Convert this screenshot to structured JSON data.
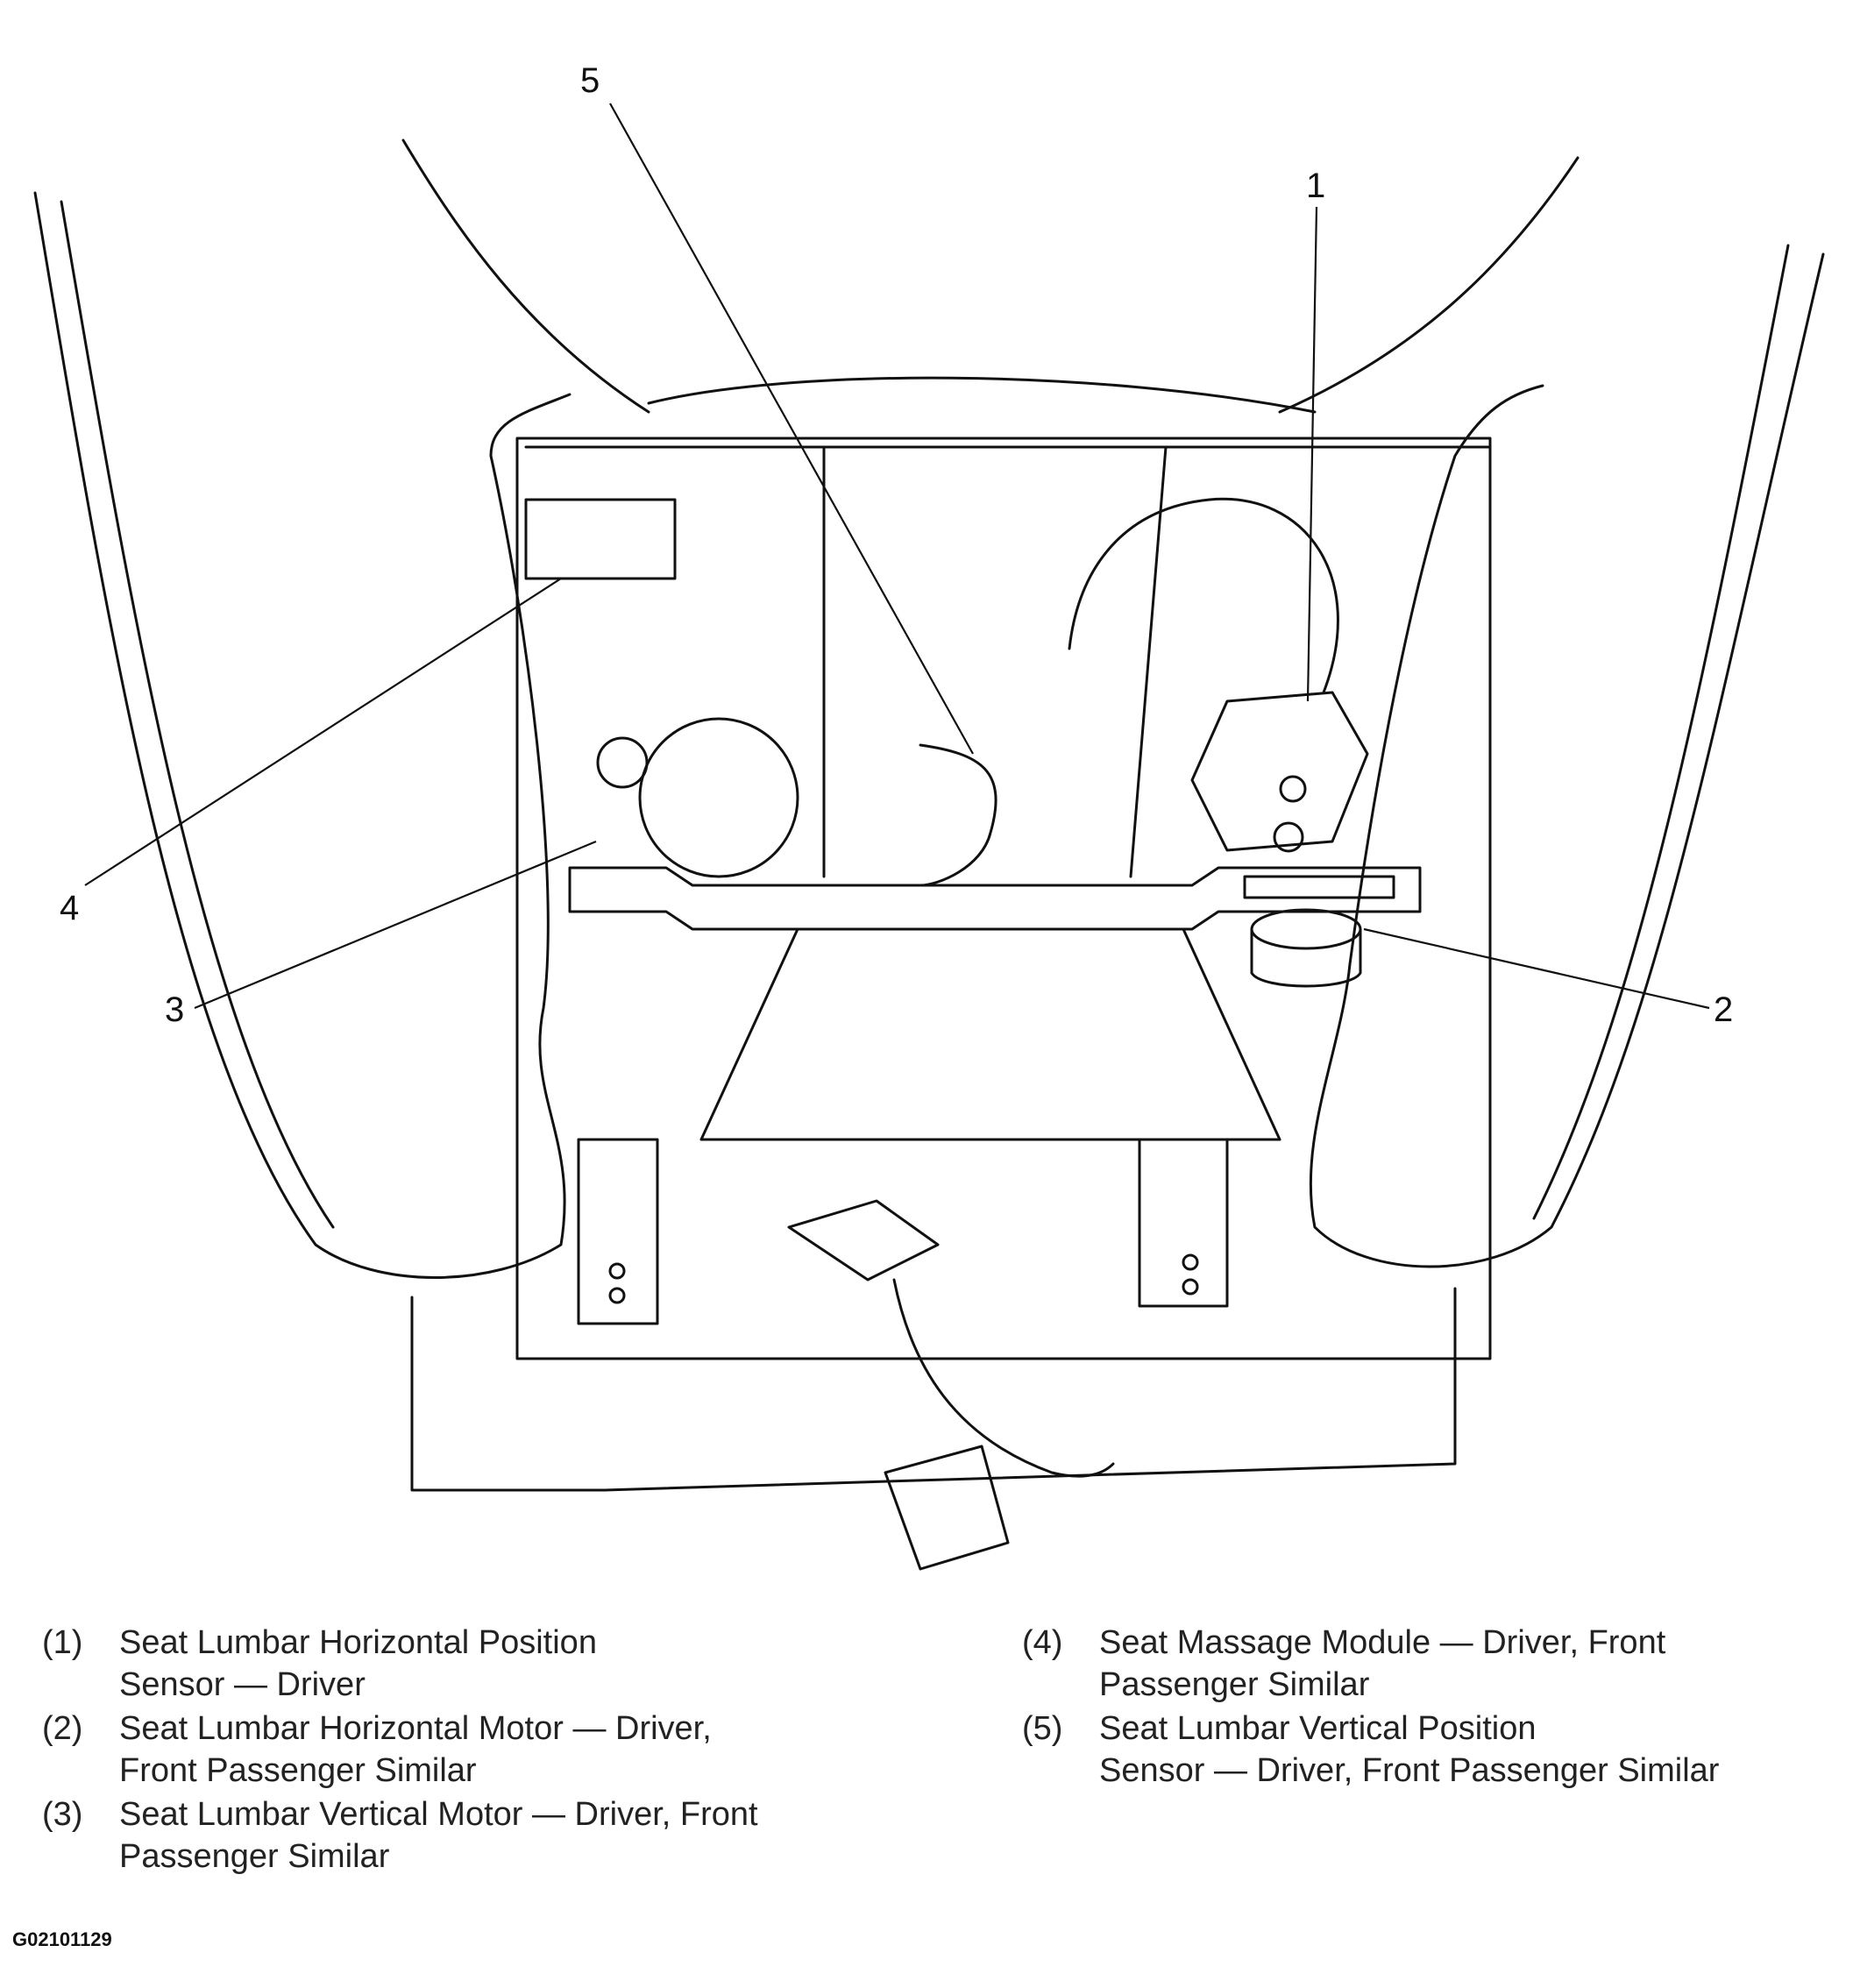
{
  "callouts": [
    {
      "id": "1",
      "label": "1"
    },
    {
      "id": "2",
      "label": "2"
    },
    {
      "id": "3",
      "label": "3"
    },
    {
      "id": "4",
      "label": "4"
    },
    {
      "id": "5",
      "label": "5"
    }
  ],
  "legend": [
    {
      "num": "(1)",
      "text": "Seat Lumbar Horizontal Position\nSensor — Driver"
    },
    {
      "num": "(2)",
      "text": "Seat Lumbar Horizontal Motor — Driver,\nFront Passenger Similar"
    },
    {
      "num": "(3)",
      "text": "Seat Lumbar Vertical Motor — Driver, Front\nPassenger Similar"
    },
    {
      "num": "(4)",
      "text": "Seat Massage Module — Driver, Front\nPassenger Similar"
    },
    {
      "num": "(5)",
      "text": "Seat Lumbar Vertical Position\nSensor — Driver, Front Passenger Similar"
    }
  ],
  "figure_id": "G02101129",
  "colors": {
    "line": "#111111",
    "background": "#ffffff"
  }
}
